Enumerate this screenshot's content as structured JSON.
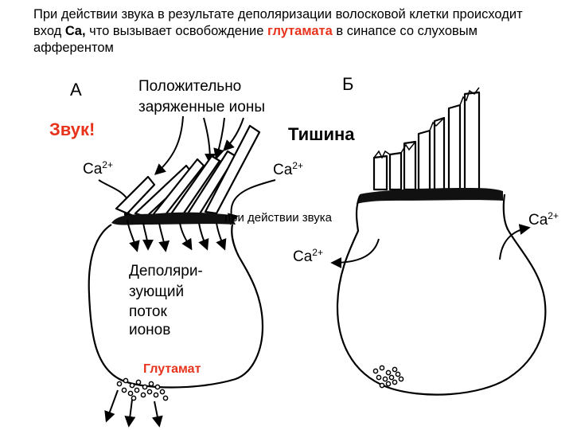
{
  "caption": {
    "part1": "При действии звука в результате деполяризации волосковой клетки происходит вход ",
    "ca": "Ca,",
    "part2": " что вызывает освобождение ",
    "glutamate": "глутамата",
    "part3": " в синапсе со слуховым афферентом"
  },
  "panel_a": {
    "letter": "А",
    "sound": "Звук!",
    "ions_line1": "Положительно",
    "ions_line2": "заряженные ионы",
    "ca_left": "Ca",
    "ca_right": "Ca",
    "ca_charge": "2+",
    "overlay": "при действии звука",
    "flow_lines": [
      "Деполяри-",
      "зующий",
      "поток",
      "ионов"
    ],
    "glutamate": "Глутамат"
  },
  "panel_b": {
    "letter": "Б",
    "silence": "Тишина",
    "ca_right": "Ca",
    "ca_left": "Ca",
    "ca_charge": "2+"
  },
  "colors": {
    "accent_red": "#e8331c",
    "ink": "#000000"
  }
}
